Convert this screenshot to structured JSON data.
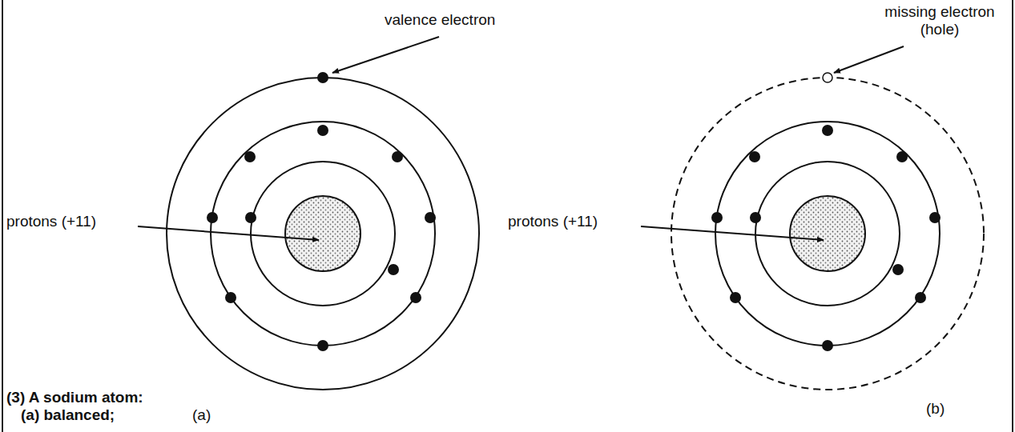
{
  "diagram": {
    "labels": [
      "valence electron",
      "protons (+11)",
      "(3) A sodium atom:",
      "(a) balanced;",
      "(a)",
      "missing electron (hole)",
      "protons (+11)",
      "(b)"
    ]
  }
}
